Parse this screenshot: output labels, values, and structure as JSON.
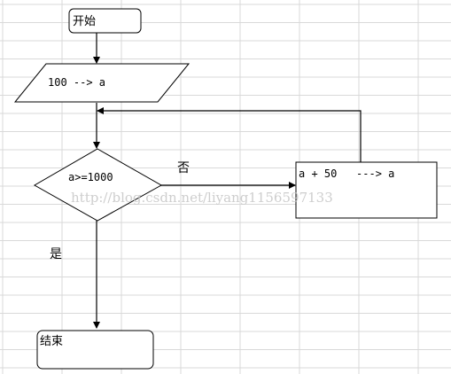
{
  "colors": {
    "grid": "#d9d9d9",
    "stroke": "#000000",
    "background": "#ffffff",
    "watermark": "#c9c9c9"
  },
  "nodes": {
    "start": {
      "label": "开始"
    },
    "input": {
      "label": "100 --> a"
    },
    "decision": {
      "label": "a>=1000"
    },
    "process": {
      "label": "a + 50   ---> a"
    },
    "end": {
      "label": "结束"
    }
  },
  "edges": {
    "no_label": "否",
    "yes_label": "是"
  },
  "watermark": "http://blog.csdn.net/liyang1156597133"
}
